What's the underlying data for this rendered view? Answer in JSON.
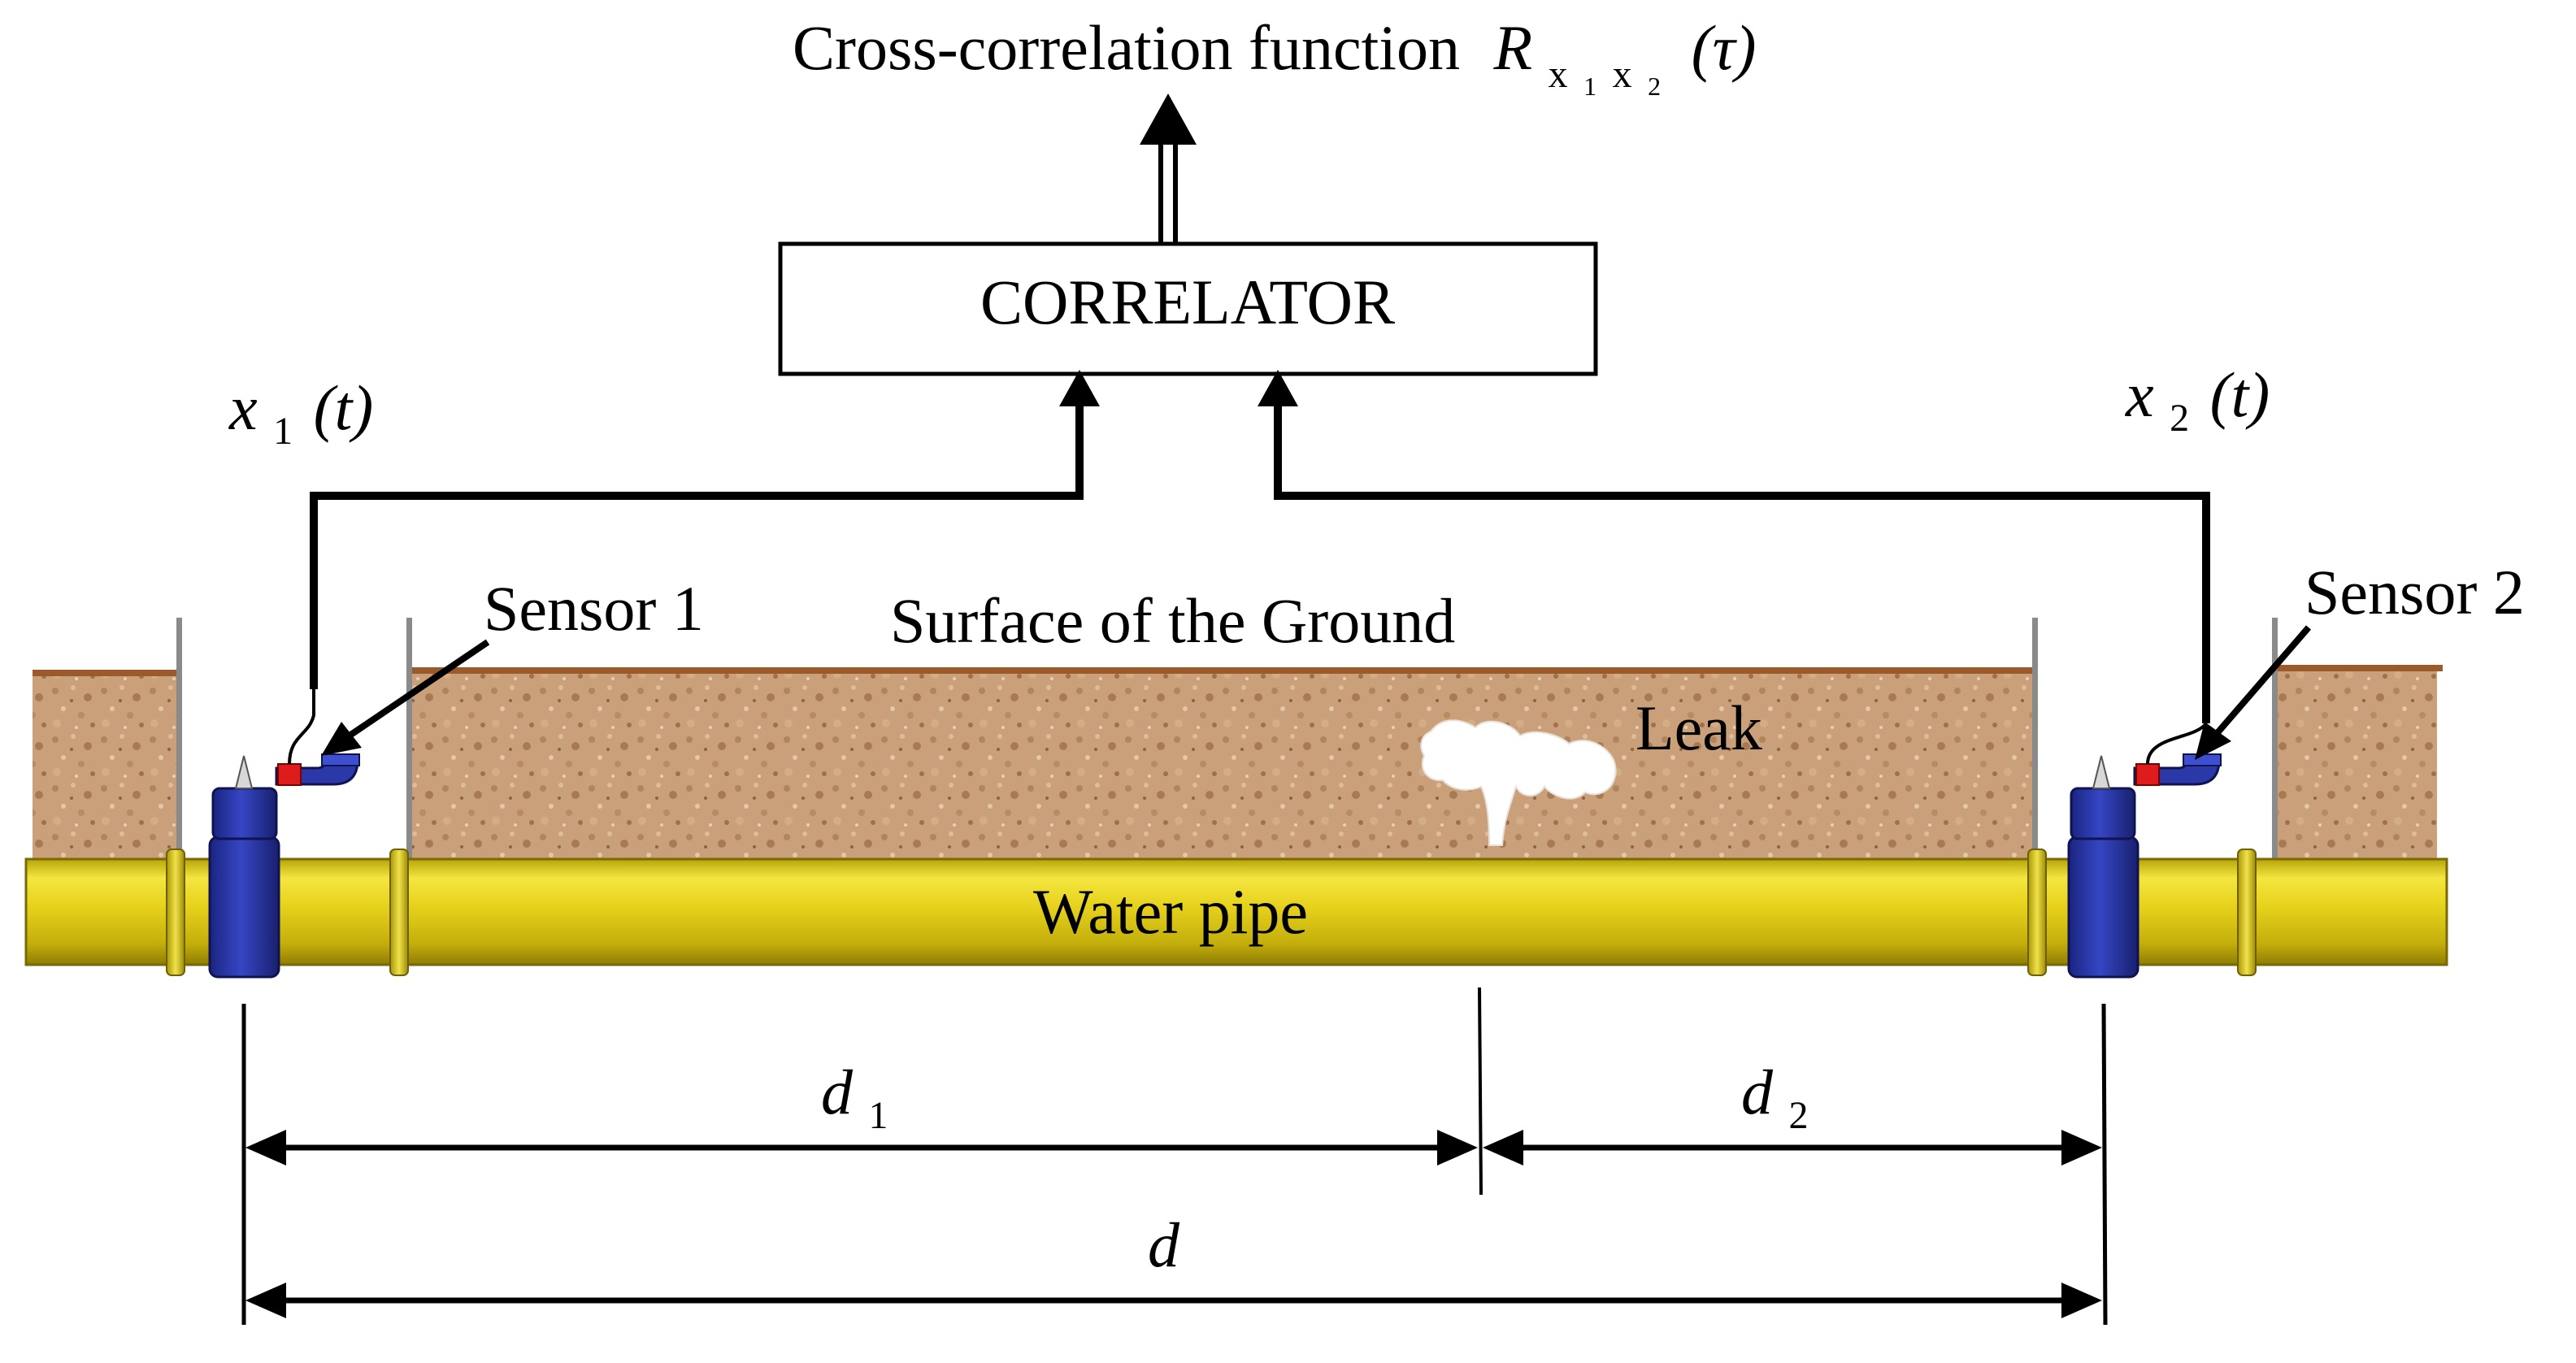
{
  "title": {
    "prefix": "Cross-correlation function",
    "symbol": "R",
    "sub_a": "x",
    "sub_a_index": "1",
    "sub_b": "x",
    "sub_b_index": "2",
    "arg": "(τ)"
  },
  "correlator": {
    "label": "CORRELATOR"
  },
  "signal_1": {
    "symbol": "x",
    "index": "1",
    "arg": "(t)"
  },
  "signal_2": {
    "symbol": "x",
    "index": "2",
    "arg": "(t)"
  },
  "sensor_1": {
    "label": "Sensor 1"
  },
  "sensor_2": {
    "label": "Sensor 2"
  },
  "ground": {
    "label": "Surface of the Ground"
  },
  "leak": {
    "label": "Leak"
  },
  "pipe": {
    "label": "Water pipe"
  },
  "distances": {
    "d1": {
      "symbol": "d",
      "index": "1"
    },
    "d2": {
      "symbol": "d",
      "index": "2"
    },
    "d": {
      "symbol": "d"
    }
  },
  "colors": {
    "soil": "#c9a07a",
    "soil_surface": "#9b5a2a",
    "pipe": "#e6d21c",
    "valve": "#2b39a8",
    "sensor": "#e01b1b",
    "wall": "#8a8a8a"
  }
}
